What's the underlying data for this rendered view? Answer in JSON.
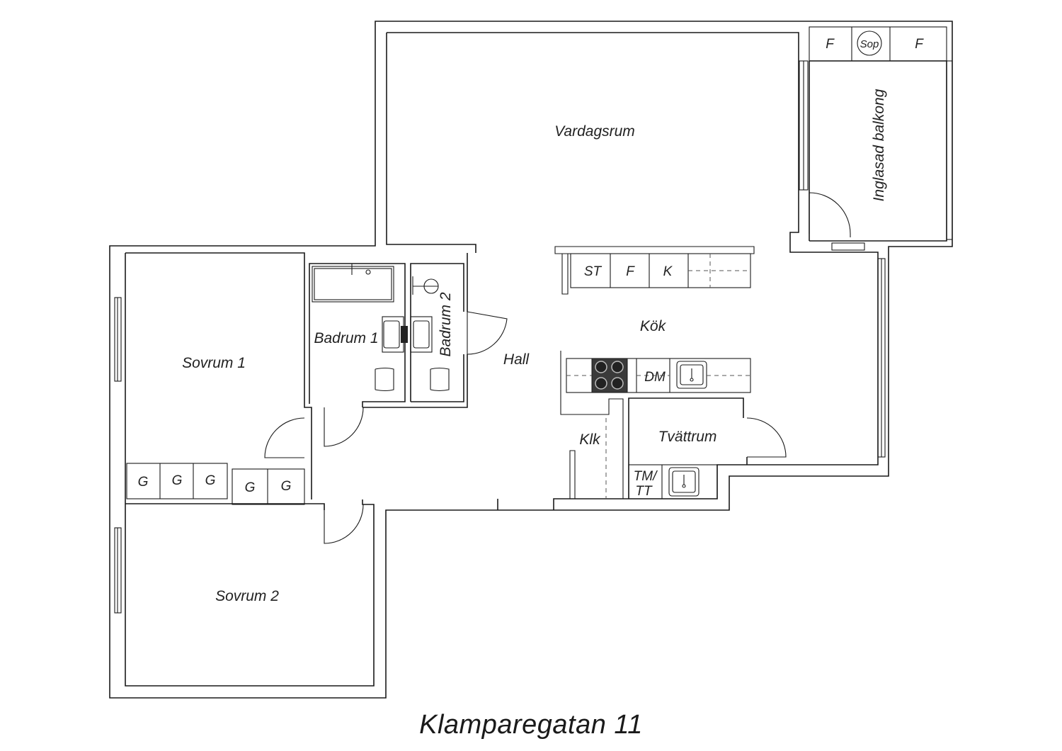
{
  "title": "Klamparegatan 11",
  "rooms": {
    "vardagsrum": "Vardagsrum",
    "balkong": "Inglasad balkong",
    "kok": "Kök",
    "hall": "Hall",
    "badrum1": "Badrum 1",
    "badrum2": "Badrum 2",
    "sovrum1": "Sovrum 1",
    "sovrum2": "Sovrum 2",
    "tvattrum": "Tvättrum",
    "klk": "Klk"
  },
  "fixtures": {
    "balkong_left": "F",
    "balkong_sop": "Sop",
    "balkong_right": "F",
    "kitchen_st": "ST",
    "kitchen_f": "F",
    "kitchen_k": "K",
    "kitchen_dm": "DM",
    "laundry_tm": "TM/",
    "laundry_tt": "TT",
    "wardrobes": [
      "G",
      "G",
      "G",
      "G",
      "G"
    ]
  }
}
